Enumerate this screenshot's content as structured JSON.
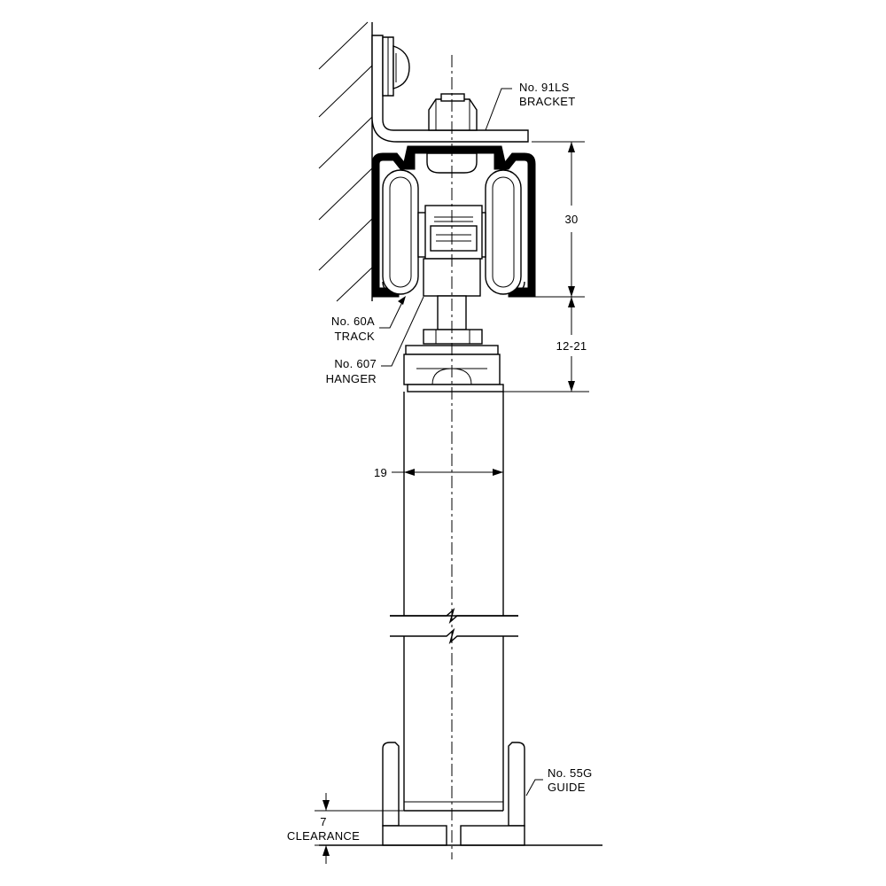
{
  "labels": {
    "bracket_line1": "No. 91LS",
    "bracket_line2": "BRACKET",
    "track_line1": "No. 60A",
    "track_line2": "TRACK",
    "hanger_line1": "No. 607",
    "hanger_line2": "HANGER",
    "guide_line1": "No. 55G",
    "guide_line2": "GUIDE"
  },
  "dimensions": {
    "track_height": "30",
    "hanger_adjust": "12-21",
    "door_thickness": "19",
    "clearance_value": "7",
    "clearance_label": "CLEARANCE"
  },
  "colors": {
    "line": "#000000",
    "background": "#ffffff",
    "track_profile": "#000000"
  }
}
